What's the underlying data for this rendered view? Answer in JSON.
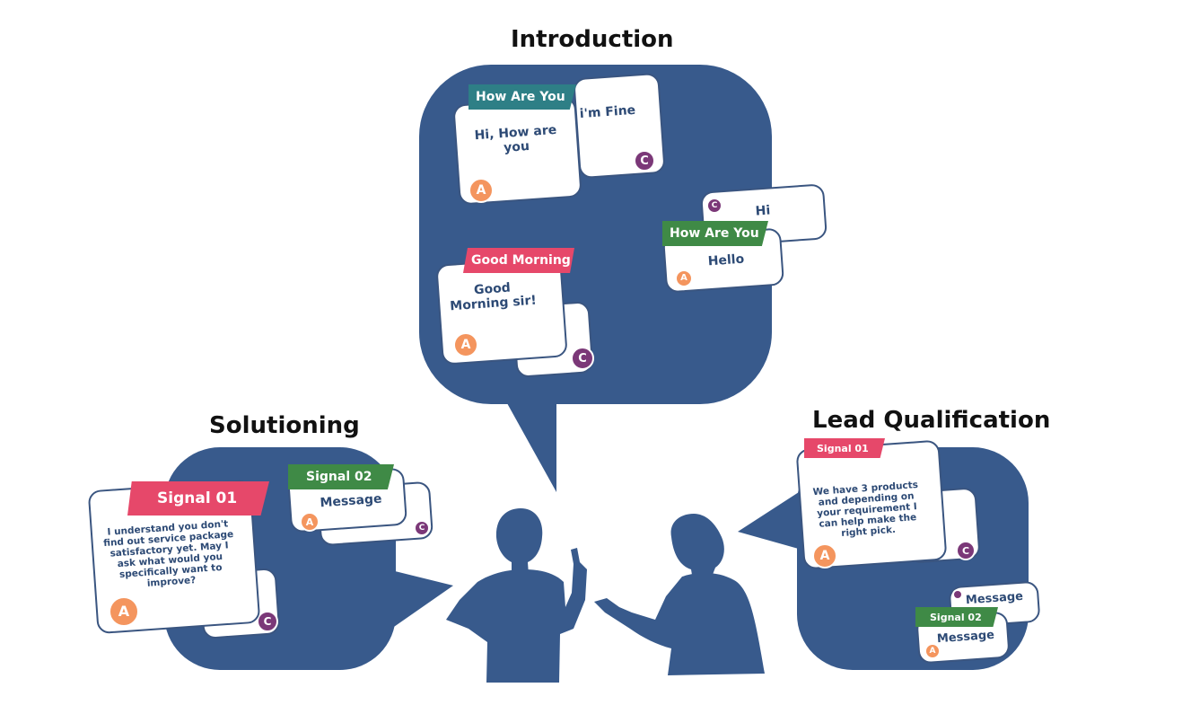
{
  "colors": {
    "panel": "#385a8c",
    "card_border": "#3a5580",
    "text": "#2d4a75",
    "agent": "#f4955e",
    "customer": "#7b3878",
    "tag_teal": "#2e7f86",
    "tag_pink": "#e6486a",
    "tag_green": "#3f8a46",
    "person": "#385a8c"
  },
  "icons": {
    "agent_person": "person-pointing-icon",
    "customer_person": "person-gesturing-icon"
  },
  "introduction": {
    "title": "Introduction",
    "group1": {
      "tag": "How Are You",
      "agent_msg": "Hi, How are you",
      "customer_msg": "i'm Fine",
      "agent_initial": "A",
      "customer_initial": "C"
    },
    "group2": {
      "tag": "Good Morning",
      "agent_msg": "Good Morning sir!",
      "agent_initial": "A",
      "customer_initial": "C"
    },
    "group3": {
      "tag": "How Are You",
      "customer_msg": "Hi",
      "agent_msg": "Hello",
      "agent_initial": "A",
      "customer_initial": "C"
    }
  },
  "solutioning": {
    "title": "Solutioning",
    "signal1": {
      "tag": "Signal 01",
      "agent_msg": "I understand you don't find out service package satisfactory yet. May I ask what  would you specifically want to improve?",
      "agent_initial": "A",
      "customer_initial": "C"
    },
    "signal2": {
      "tag": "Signal 02",
      "agent_msg": "Message",
      "agent_initial": "A",
      "customer_initial": "C"
    }
  },
  "lead_qualification": {
    "title": "Lead Qualification",
    "signal1": {
      "tag": "Signal 01",
      "agent_msg": "We have 3 products and depending on your requirement I can help make the right pick.",
      "agent_initial": "A",
      "customer_initial": "C"
    },
    "signal2": {
      "tag": "Signal 02",
      "customer_msg": "Message",
      "agent_msg": "Message",
      "agent_initial": "A"
    }
  }
}
